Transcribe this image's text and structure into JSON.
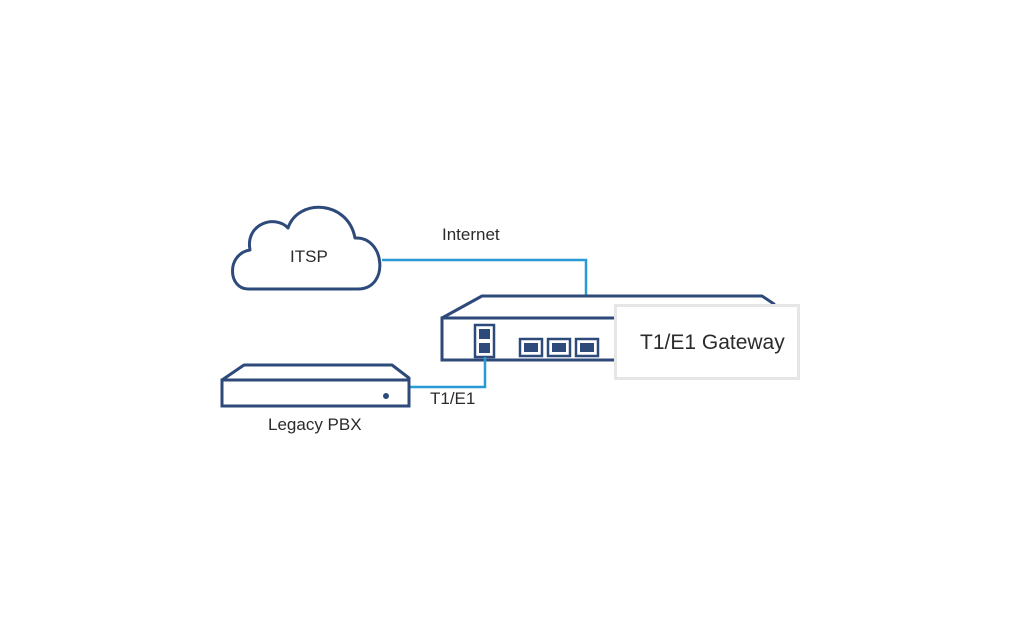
{
  "diagram": {
    "nodes": {
      "cloud": {
        "label": "ITSP"
      },
      "gateway": {
        "label": "T1/E1 Gateway"
      },
      "pbx": {
        "label": "Legacy PBX"
      }
    },
    "links": {
      "internet": {
        "label": "Internet"
      },
      "t1e1": {
        "label": "T1/E1"
      }
    },
    "colors": {
      "device_stroke": "#2e4a7a",
      "link": "#2a9ad6",
      "callout_border": "#e6e6e6",
      "text": "#2b2b2b"
    },
    "icons": [
      "cloud-icon",
      "gateway-device-icon",
      "pbx-device-icon",
      "ethernet-port-icon",
      "t1e1-port-icon"
    ]
  }
}
